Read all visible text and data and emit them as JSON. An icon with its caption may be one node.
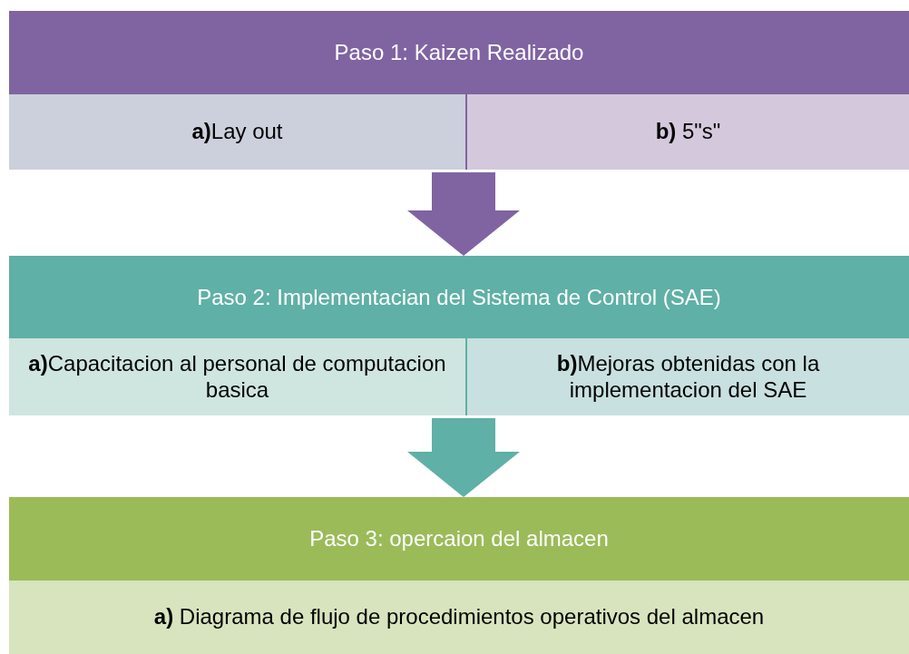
{
  "diagram": {
    "nodes": [
      {
        "text": [
          "Paso 1: Kaizen Realizado"
        ]
      },
      {
        "text": [
          "**a)**Lay out"
        ],
        "in": 0
      },
      {
        "text": [
          "**b)** 5\"s\""
        ],
        "in": 0
      },
      {
        "text": [
          "Paso 2: Implementacian del Sistema de Control (SAE)"
        ]
      },
      {
        "text": [
          "**a)**Capacitacion al personal de computacion basica"
        ],
        "in": 3
      },
      {
        "text": [
          "**b)**Mejoras obtenidas con la implementacion del  SAE"
        ],
        "in": 3
      },
      {
        "text": [
          "Paso 3: opercaion del almacen"
        ]
      },
      {
        "text": [
          "**a)** Diagrama de flujo de procedimientos operativos del almacen"
        ],
        "in": 6
      }
    ],
    "edges": [
      {
        "from": 0,
        "to": 3,
        "arrow": "to",
        "color": "#8064a2"
      },
      {
        "from": 3,
        "to": 6,
        "arrow": "to",
        "color": "#5fb0a6"
      }
    ]
  }
}
